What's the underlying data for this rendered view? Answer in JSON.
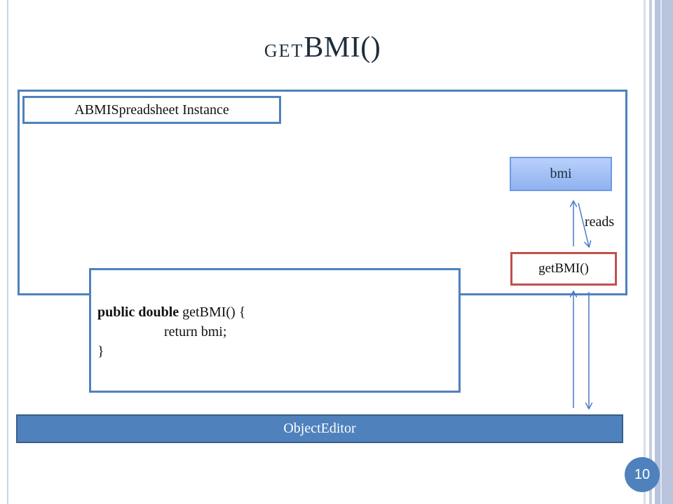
{
  "slide": {
    "title_prefix": "get",
    "title_main": "BMI()",
    "page_number": "10"
  },
  "diagram": {
    "instance_label": "ABMISpreadsheet Instance",
    "property_label": "bmi",
    "reads_label": "reads",
    "method_label": "getBMI()",
    "editor_label": "ObjectEditor",
    "code": {
      "line1_kw1": "public",
      "line1_kw2": "double",
      "line1_rest": "getBMI() {",
      "line2": "return bmi;",
      "line3": "}"
    }
  },
  "colors": {
    "accent": "#4f81bd",
    "method_border": "#c0504d",
    "property_fill": "#a8c4f6"
  }
}
